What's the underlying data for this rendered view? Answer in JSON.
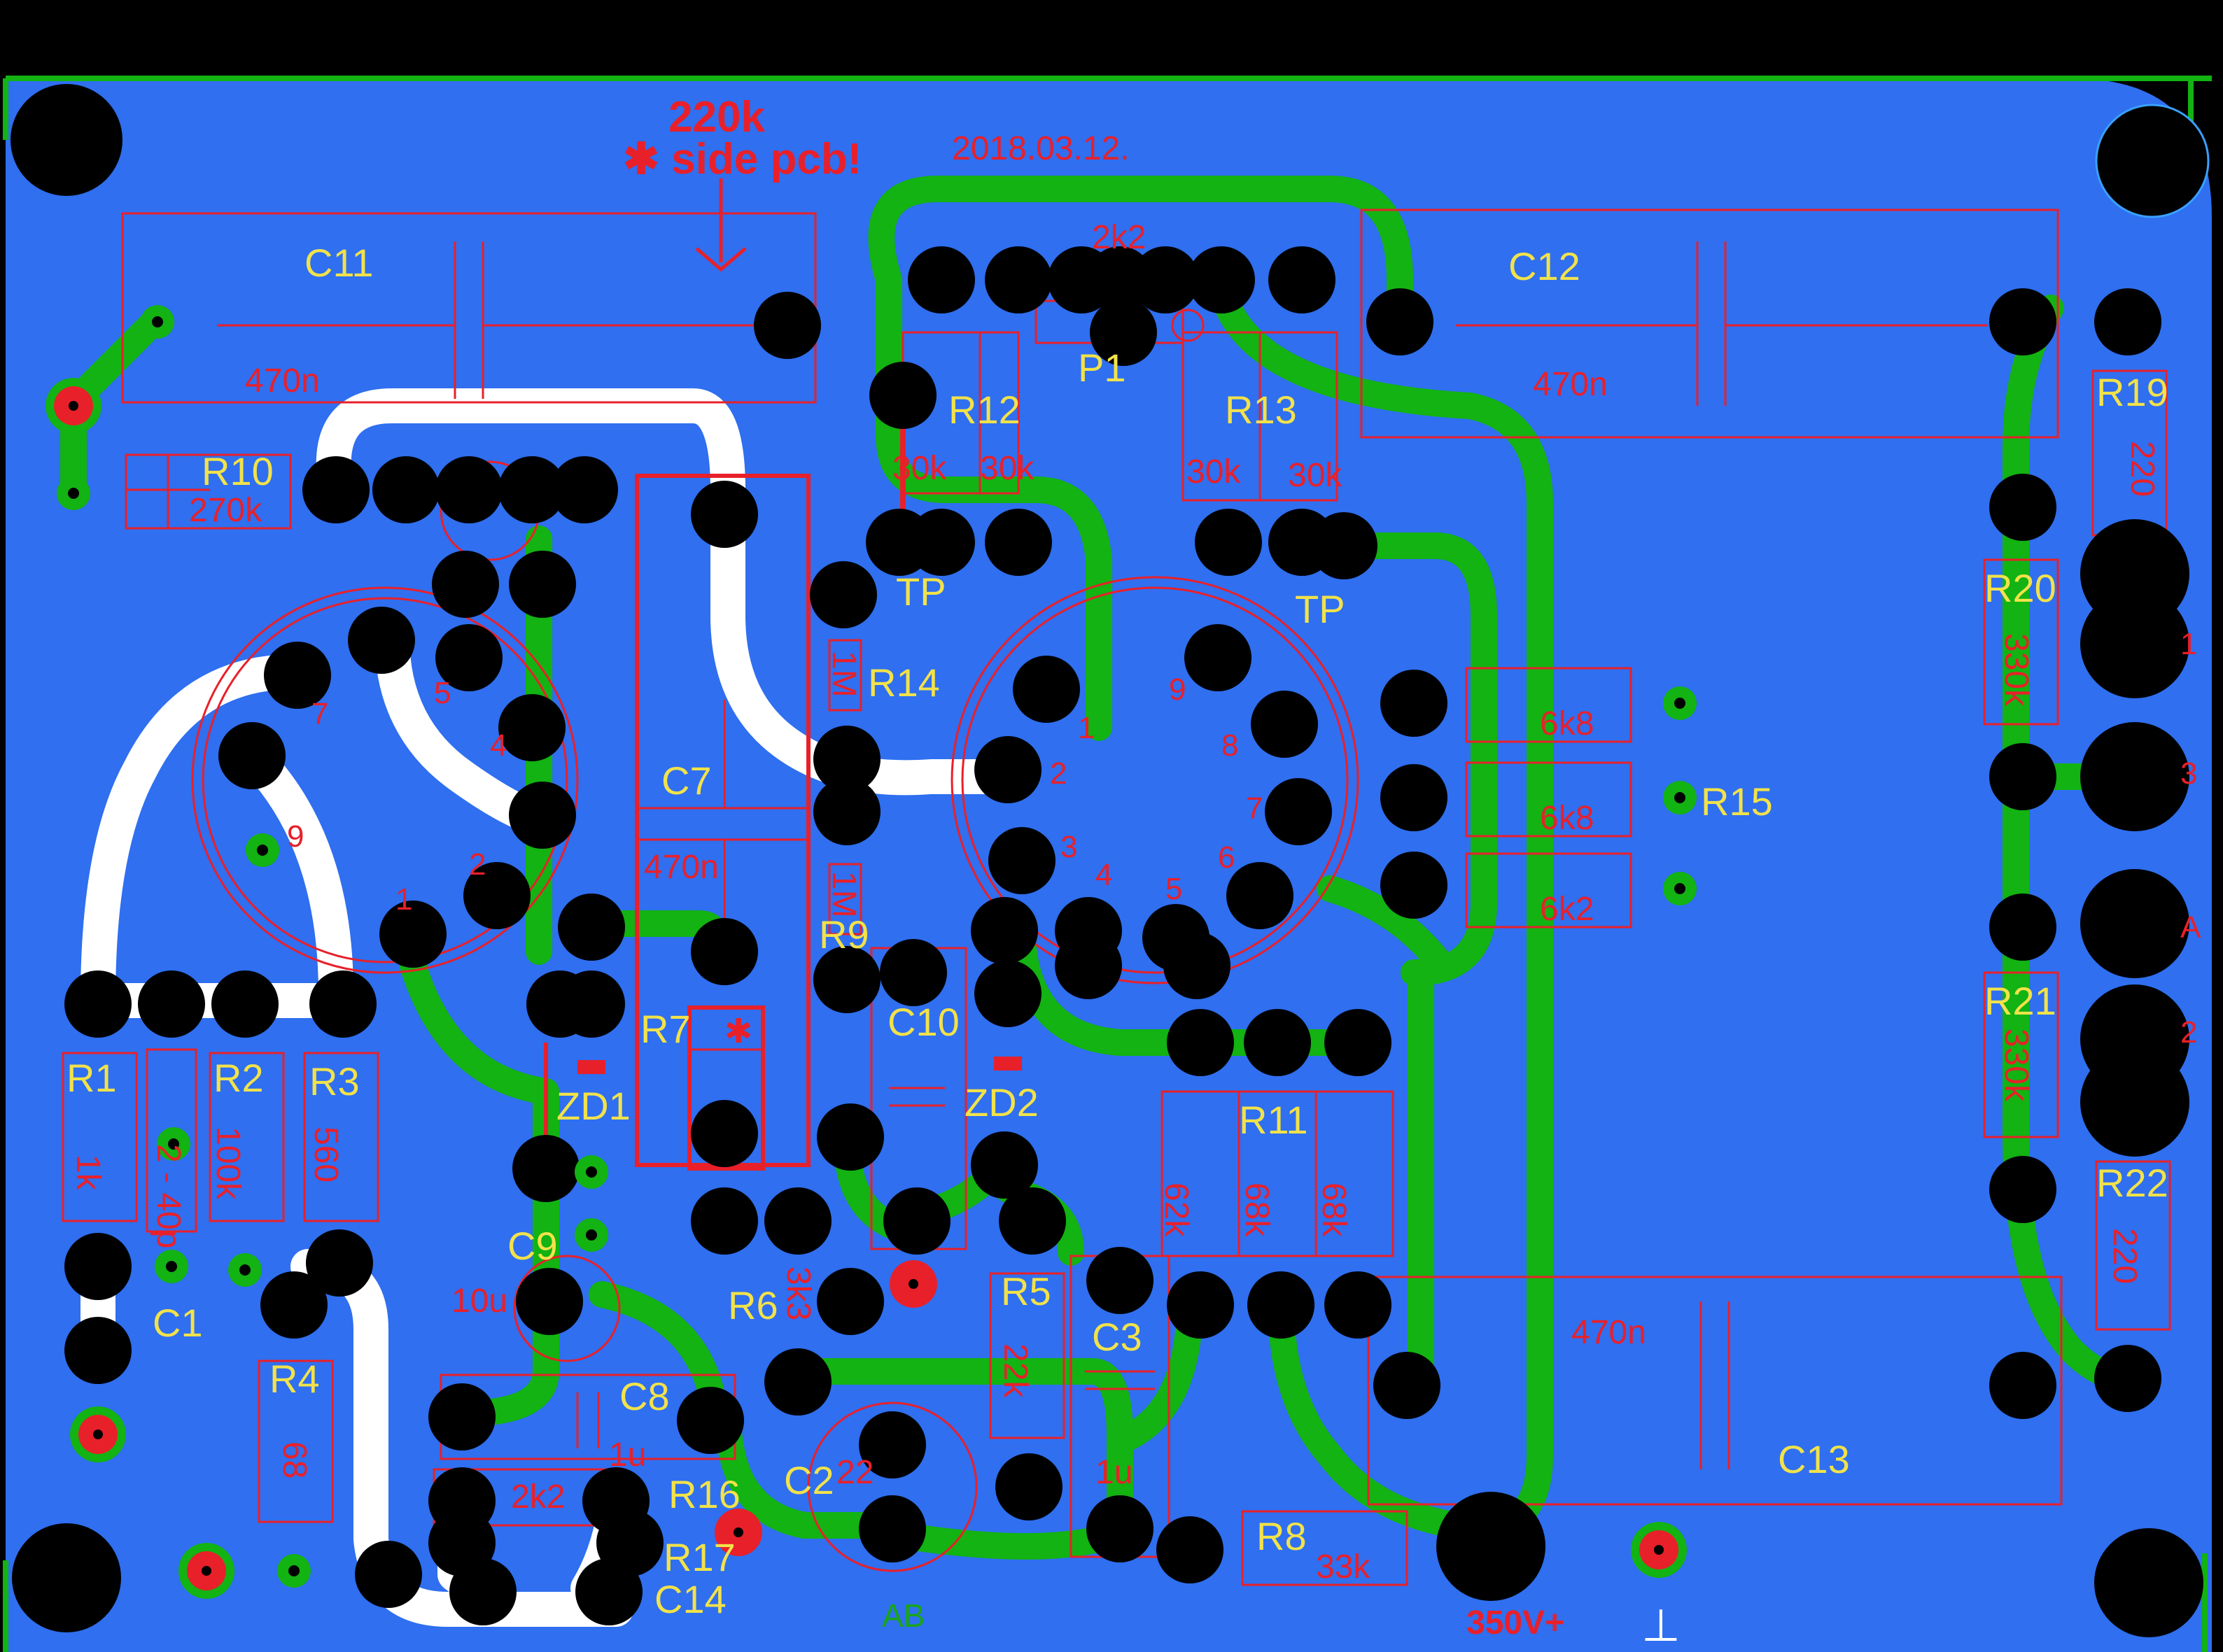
{
  "board": {
    "date": "2018.03.12.",
    "note_value": "220k",
    "note_text": "✱ side pcb!",
    "supply_label": "350V+",
    "ground_symbol": "⊥",
    "ab_label": "AB"
  },
  "designators": [
    "C11",
    "C12",
    "R10",
    "R12",
    "R13",
    "P1",
    "R19",
    "R20",
    "R21",
    "R22",
    "R14",
    "R15",
    "R9",
    "R7",
    "C7",
    "C10",
    "ZD1",
    "ZD2",
    "R1",
    "R2",
    "R3",
    "R4",
    "R5",
    "R6",
    "R8",
    "R11",
    "R16",
    "R17",
    "C1",
    "C2",
    "C3",
    "C8",
    "C9",
    "C13",
    "C14",
    "TP",
    "TP"
  ],
  "values": [
    "470n",
    "470n",
    "270k",
    "2k2",
    "30k",
    "30k",
    "30k",
    "30k",
    "220",
    "330k",
    "330k",
    "220",
    "1M",
    "1M",
    "470n",
    "6k8",
    "6k8",
    "6k2",
    "1k",
    "2 - 40p",
    "100k",
    "560",
    "68",
    "22k",
    "3k3",
    "33k",
    "62k",
    "68k",
    "68k",
    "1u",
    "10u",
    "1u",
    "470n",
    "22",
    "2k2",
    "✱"
  ],
  "tube_pins": [
    "1",
    "2",
    "3",
    "4",
    "5",
    "6",
    "7",
    "8",
    "9"
  ],
  "right_header_pins": [
    "1",
    "3",
    "A",
    "2"
  ],
  "left_tube_pins": [
    "1",
    "2",
    "4",
    "5",
    "7",
    "9"
  ],
  "colors": {
    "board_fill": "#2f6ff0",
    "outline": "#12b312",
    "trace_green": "#12b312",
    "trace_white": "#ffffff",
    "silk_red": "#e8202a",
    "label_yellow": "#f2e24a",
    "pad": "#000000"
  }
}
